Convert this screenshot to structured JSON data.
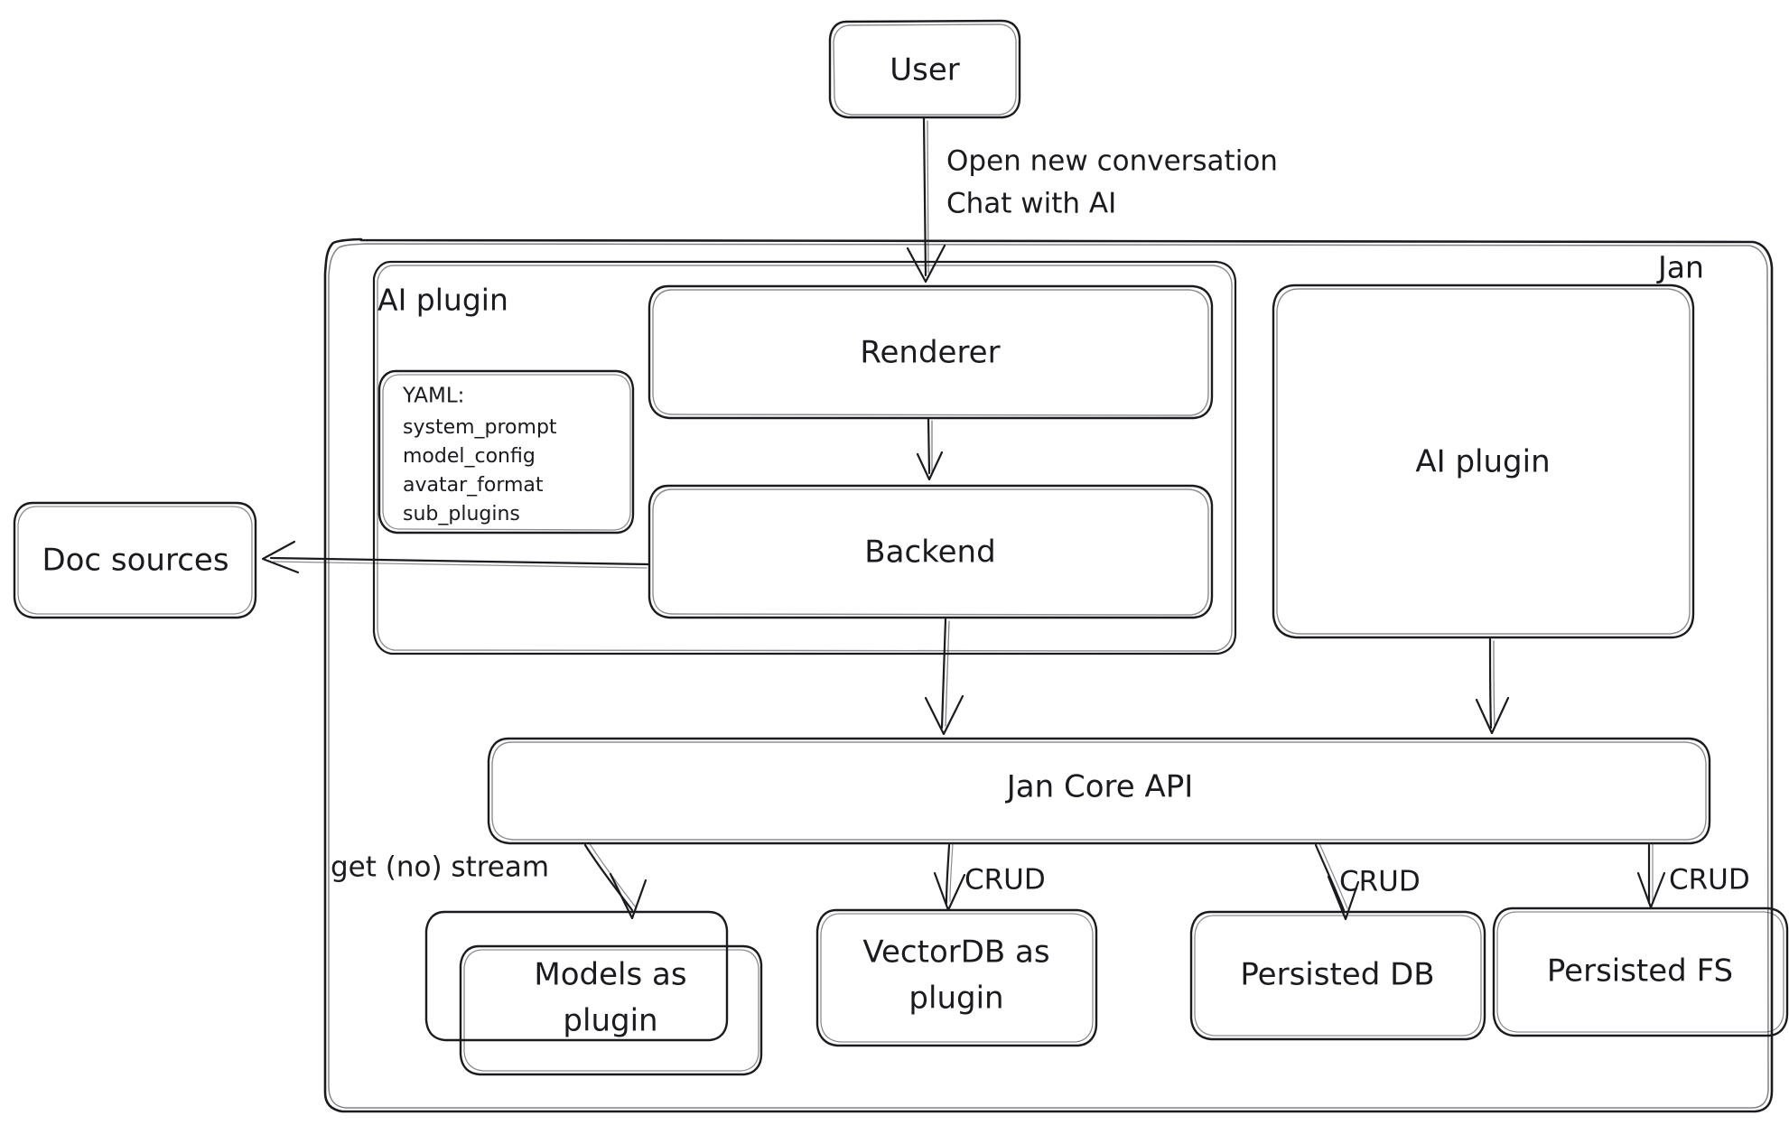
{
  "diagram": {
    "title": "Jan architecture diagram",
    "style": "hand-drawn whiteboard sketch",
    "background_color": "#ffffff",
    "stroke_color": "#1b1b1f"
  },
  "containers": {
    "jan": {
      "label": "Jan"
    },
    "ai_plugin_group": {
      "label": "AI plugin"
    }
  },
  "nodes": {
    "user": {
      "label": "User"
    },
    "renderer": {
      "label": "Renderer"
    },
    "backend": {
      "label": "Backend"
    },
    "ai_plugin_right": {
      "label": "AI plugin"
    },
    "doc_sources": {
      "label": "Doc sources"
    },
    "jan_core_api": {
      "label": "Jan Core API"
    },
    "models_plugin": {
      "label_line1": "Models as",
      "label_line2": "plugin"
    },
    "vectordb_plugin": {
      "label_line1": "VectorDB as",
      "label_line2": "plugin"
    },
    "persisted_db": {
      "label": "Persisted DB"
    },
    "persisted_fs": {
      "label": "Persisted FS"
    }
  },
  "yaml_card": {
    "heading": "YAML:",
    "keys": [
      "system_prompt",
      "model_config",
      "avatar_format",
      "sub_plugins"
    ]
  },
  "edges": [
    {
      "id": "user-to-renderer",
      "from": "User",
      "to": "Renderer",
      "label_line1": "Open new conversation",
      "label_line2": "Chat with AI"
    },
    {
      "id": "renderer-to-backend",
      "from": "Renderer",
      "to": "Backend",
      "label": ""
    },
    {
      "id": "backend-to-doc-sources",
      "from": "Backend",
      "to": "Doc sources",
      "label": ""
    },
    {
      "id": "backend-to-core-api",
      "from": "Backend",
      "to": "Jan Core API",
      "label": ""
    },
    {
      "id": "ai-plugin-to-core-api",
      "from": "AI plugin",
      "to": "Jan Core API",
      "label": ""
    },
    {
      "id": "core-api-to-models",
      "from": "Jan Core API",
      "to": "Models as plugin",
      "label": "get (no) stream"
    },
    {
      "id": "core-api-to-vectordb",
      "from": "Jan Core API",
      "to": "VectorDB as plugin",
      "label": "CRUD"
    },
    {
      "id": "core-api-to-persisted-db",
      "from": "Jan Core API",
      "to": "Persisted DB",
      "label": "CRUD"
    },
    {
      "id": "core-api-to-persisted-fs",
      "from": "Jan Core API",
      "to": "Persisted FS",
      "label": "CRUD"
    }
  ],
  "edge_labels": {
    "user_line1": "Open new conversation",
    "user_line2": "Chat with AI",
    "get_no_stream": "get (no) stream",
    "crud_vectordb": "CRUD",
    "crud_db": "CRUD",
    "crud_fs": "CRUD"
  }
}
